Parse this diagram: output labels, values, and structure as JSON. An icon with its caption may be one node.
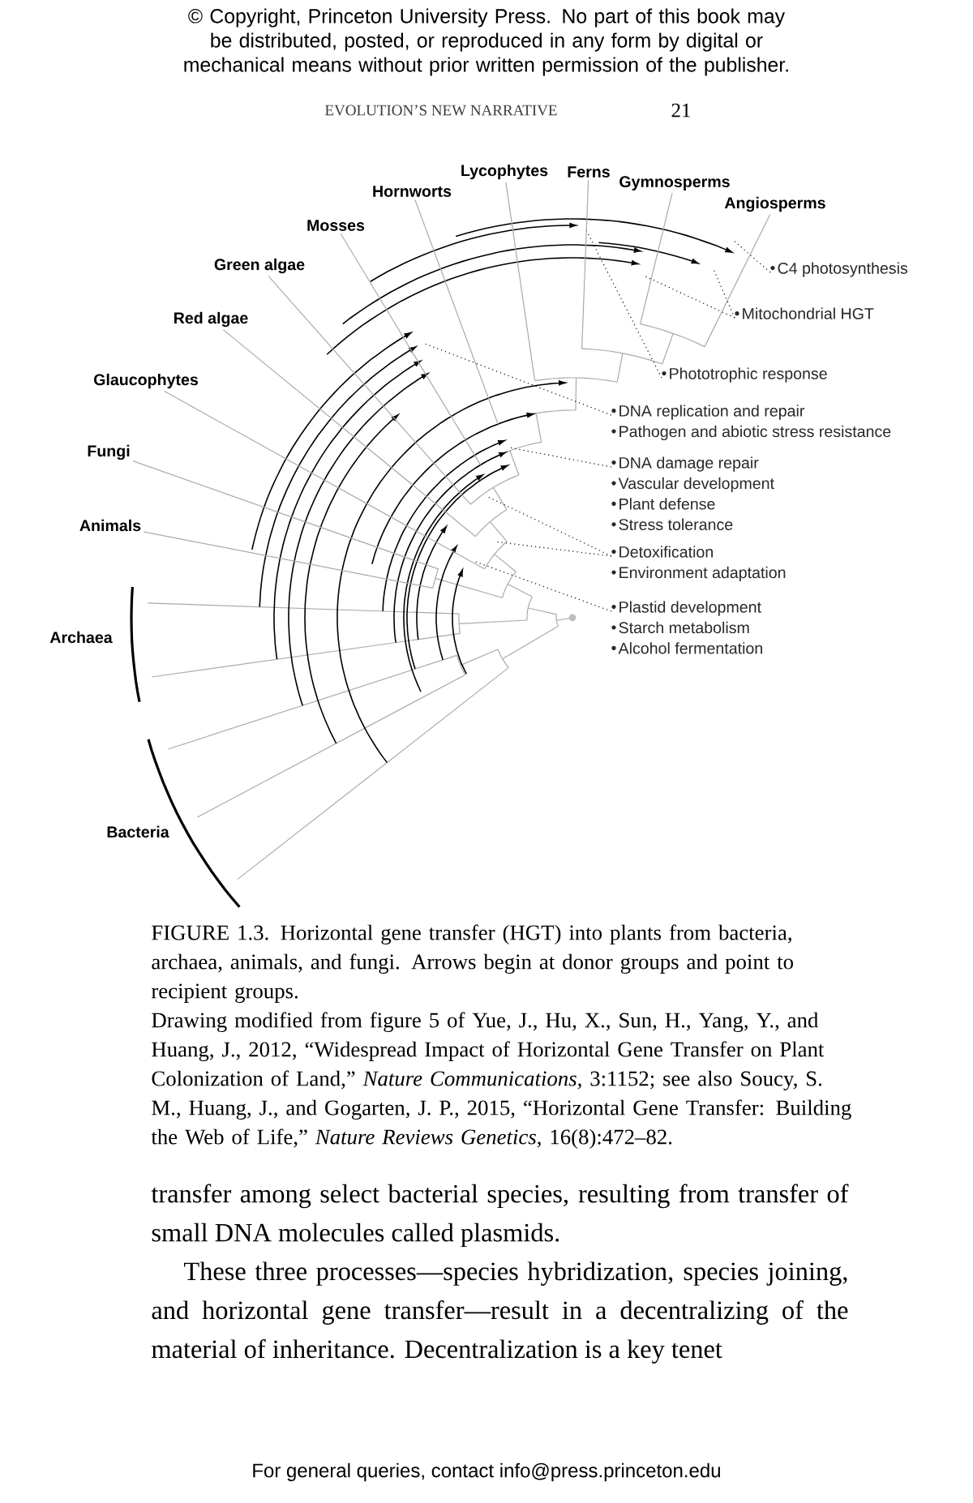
{
  "diagram": {
    "caption": "FIGURE 1.3. Horizontal gene transfer (HGT) into plants from bacteria, archaea, animals, and fungi. Arrows begin at donor groups and point to recipient groups.",
    "nodes": [
      {
        "text": [
          "C4 photosynthesis"
        ]
      },
      {
        "text": [
          "Mitochondrial HGT"
        ]
      },
      {
        "text": [
          "Phototrophic response"
        ]
      },
      {
        "text": [
          "DNA replication and repair",
          "Pathogen and abiotic stress resistance"
        ]
      },
      {
        "text": [
          "DNA damage repair",
          "Vascular development",
          "Plant defense",
          "Stress tolerance"
        ]
      },
      {
        "text": [
          "Detoxification",
          "Environment adaptation"
        ]
      },
      {
        "text": [
          "Plastid development",
          "Starch metabolism",
          "Alcohol fermentation"
        ]
      }
    ],
    "edges": [
      {
        "from": 0,
        "to": null,
        "arrow": "none"
      },
      {
        "from": 1,
        "to": null,
        "arrow": "none"
      },
      {
        "from": 1,
        "to": null,
        "arrow": "none"
      },
      {
        "from": 2,
        "to": null,
        "arrow": "none"
      },
      {
        "from": 3,
        "to": null,
        "arrow": "none"
      },
      {
        "from": 4,
        "to": null,
        "arrow": "none"
      },
      {
        "from": 5,
        "to": null,
        "arrow": "none"
      },
      {
        "from": 5,
        "to": null,
        "arrow": "none"
      },
      {
        "from": 6,
        "to": null,
        "arrow": "none"
      }
    ],
    "labels": [
      "© Copyright, Princeton University Press. No part of this book may be distributed, posted, or reproduced in any form by digital or mechanical means without prior written permission of the publisher.",
      "EVOLUTION’S NEW NARRATIVE",
      "21",
      "Lycophytes",
      "Ferns",
      "Gymnosperms",
      "Hornworts",
      "Angiosperms",
      "Mosses",
      "Green algae",
      "Red algae",
      "Glaucophytes",
      "Fungi",
      "Animals",
      "Archaea",
      "Bacteria",
      "Drawing modified from figure 5 of Yue, J., Hu, X., Sun, H., Yang, Y., and Huang, J., 2012, “Widespread Impact of Horizontal Gene Transfer on Plant Colonization of Land,” *Nature Communications*, 3:1152; see also Soucy, S. M., Huang, J., and Gogarten, J. P., 2015, “Horizontal Gene Transfer: Building the Web of Life,” *Nature Reviews Genetics*, 16(8):472–82.",
      "transfer among select bacterial species, resulting from transfer of small DNA molecules called plasmids.",
      "These three processes—species hybridization, species joining, and horizontal gene transfer—result in a decentralizing of the material of inheritance. Decentralization is a key tenet",
      "For general queries, contact info@press.princeton.edu"
    ]
  }
}
